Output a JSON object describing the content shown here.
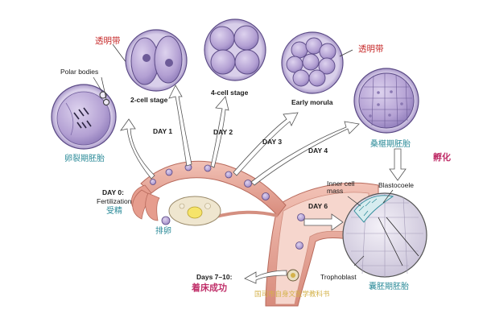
{
  "colors": {
    "cell_fill": "#b8a6d6",
    "cell_stroke": "#5b4a86",
    "tissue": "#e8a79a",
    "accent_red": "#c62828",
    "accent_teal": "#2a8a98",
    "accent_pink": "#c0306a"
  },
  "stages": {
    "zygote": {
      "label_zh": "卵裂期胚胎",
      "polar_bodies": "Polar bodies",
      "zona_zh": "透明带"
    },
    "two_cell": {
      "label": "2-cell stage"
    },
    "four_cell": {
      "label": "4-cell stage"
    },
    "morula": {
      "label": "Early morula"
    },
    "late_morula": {
      "label_zh": "桑椹期胚胎",
      "zona_zh": "透明带"
    },
    "hatching": {
      "label_zh": "孵化"
    },
    "blastocyst": {
      "inner_mass": "Inner cell mass",
      "blastocoele": "Blastocoele",
      "trophoblast": "Trophoblast",
      "label_zh": "囊胚期胚胎"
    }
  },
  "days": {
    "day1": "DAY 1",
    "day2": "DAY 2",
    "day3": "DAY 3",
    "day4": "DAY 4",
    "day0": "DAY 0:",
    "fertilization": "Fertilization",
    "fertilization_zh": "受精",
    "ovulation_zh": "排卵",
    "day6": "DAY 6",
    "days7_10": "Days 7–10:",
    "implantation_zh": "着床成功"
  },
  "watermark": "国司市自身文医学教科书"
}
